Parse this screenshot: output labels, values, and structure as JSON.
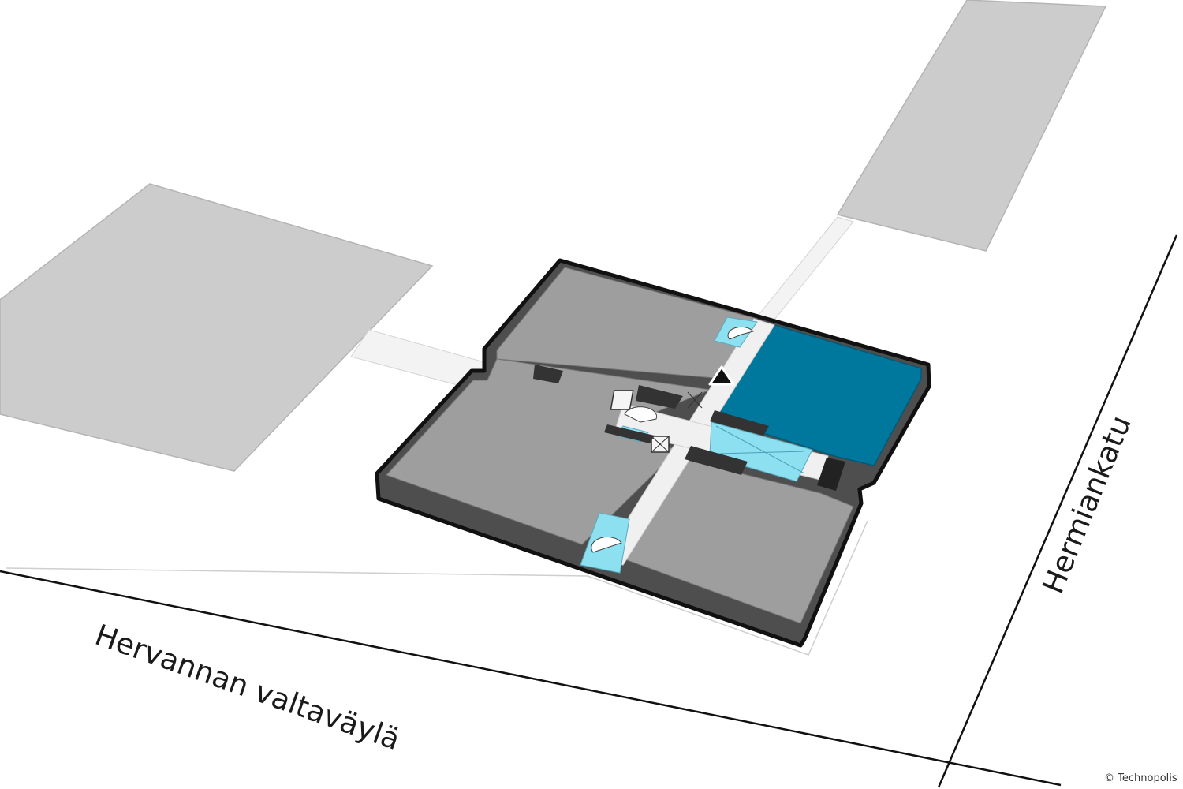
{
  "streets": {
    "hervanta": "Hervannan valtaväylä",
    "hermia": "Hermiankatu"
  },
  "copyright": "© Technopolis",
  "colors": {
    "background": "#ffffff",
    "neighbor_building": "#cccccc",
    "floor": "#9e9e9e",
    "wall": "#4e4e4e",
    "corridor": "#f3f3f3",
    "highlight_space": "#00789e",
    "stair_area": "#8de0f0",
    "dark_block": "#333333"
  },
  "markers": {
    "you_are_here": "triangle-marker-icon"
  }
}
